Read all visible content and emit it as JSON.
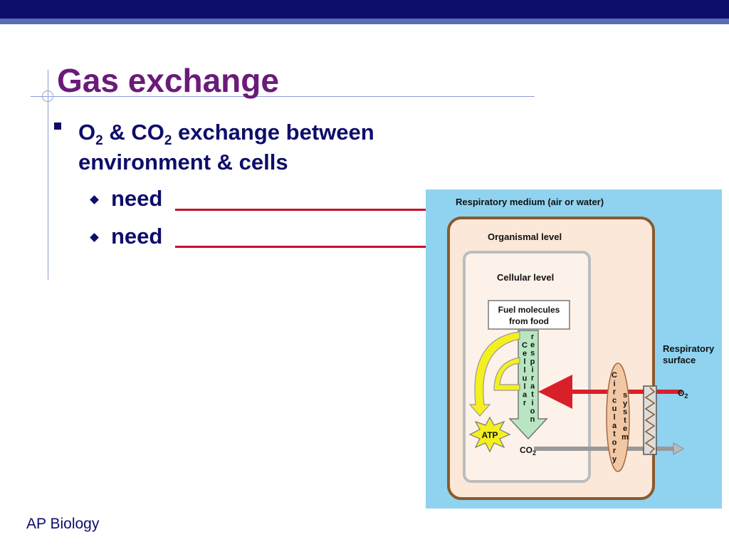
{
  "slide": {
    "title": "Gas exchange",
    "bullet": {
      "parts": [
        "O",
        "2",
        " & CO",
        "2",
        " exchange between environment & cells"
      ]
    },
    "sub_items": [
      {
        "label": "need"
      },
      {
        "label": "need"
      }
    ],
    "footer": "AP Biology"
  },
  "diagram": {
    "medium_label": "Respiratory medium (air or water)",
    "organismal_label": "Organismal level",
    "cellular_label": "Cellular level",
    "fuel_line1": "Fuel molecules",
    "fuel_line2": "from food",
    "cellular_word": "Cellular",
    "respiration_word": "respiration",
    "circulatory_word": "Circulatory",
    "system_word": "system",
    "atp_label": "ATP",
    "co2_main": "CO",
    "co2_sub": "2",
    "o2_main": "O",
    "o2_sub": "2",
    "surface_line1": "Respiratory",
    "surface_line2": "surface"
  },
  "colors": {
    "title": "#6b1a7a",
    "text": "#0d0d6b",
    "blank_line": "#c8102e",
    "figure_bg": "#8fd3f0"
  }
}
